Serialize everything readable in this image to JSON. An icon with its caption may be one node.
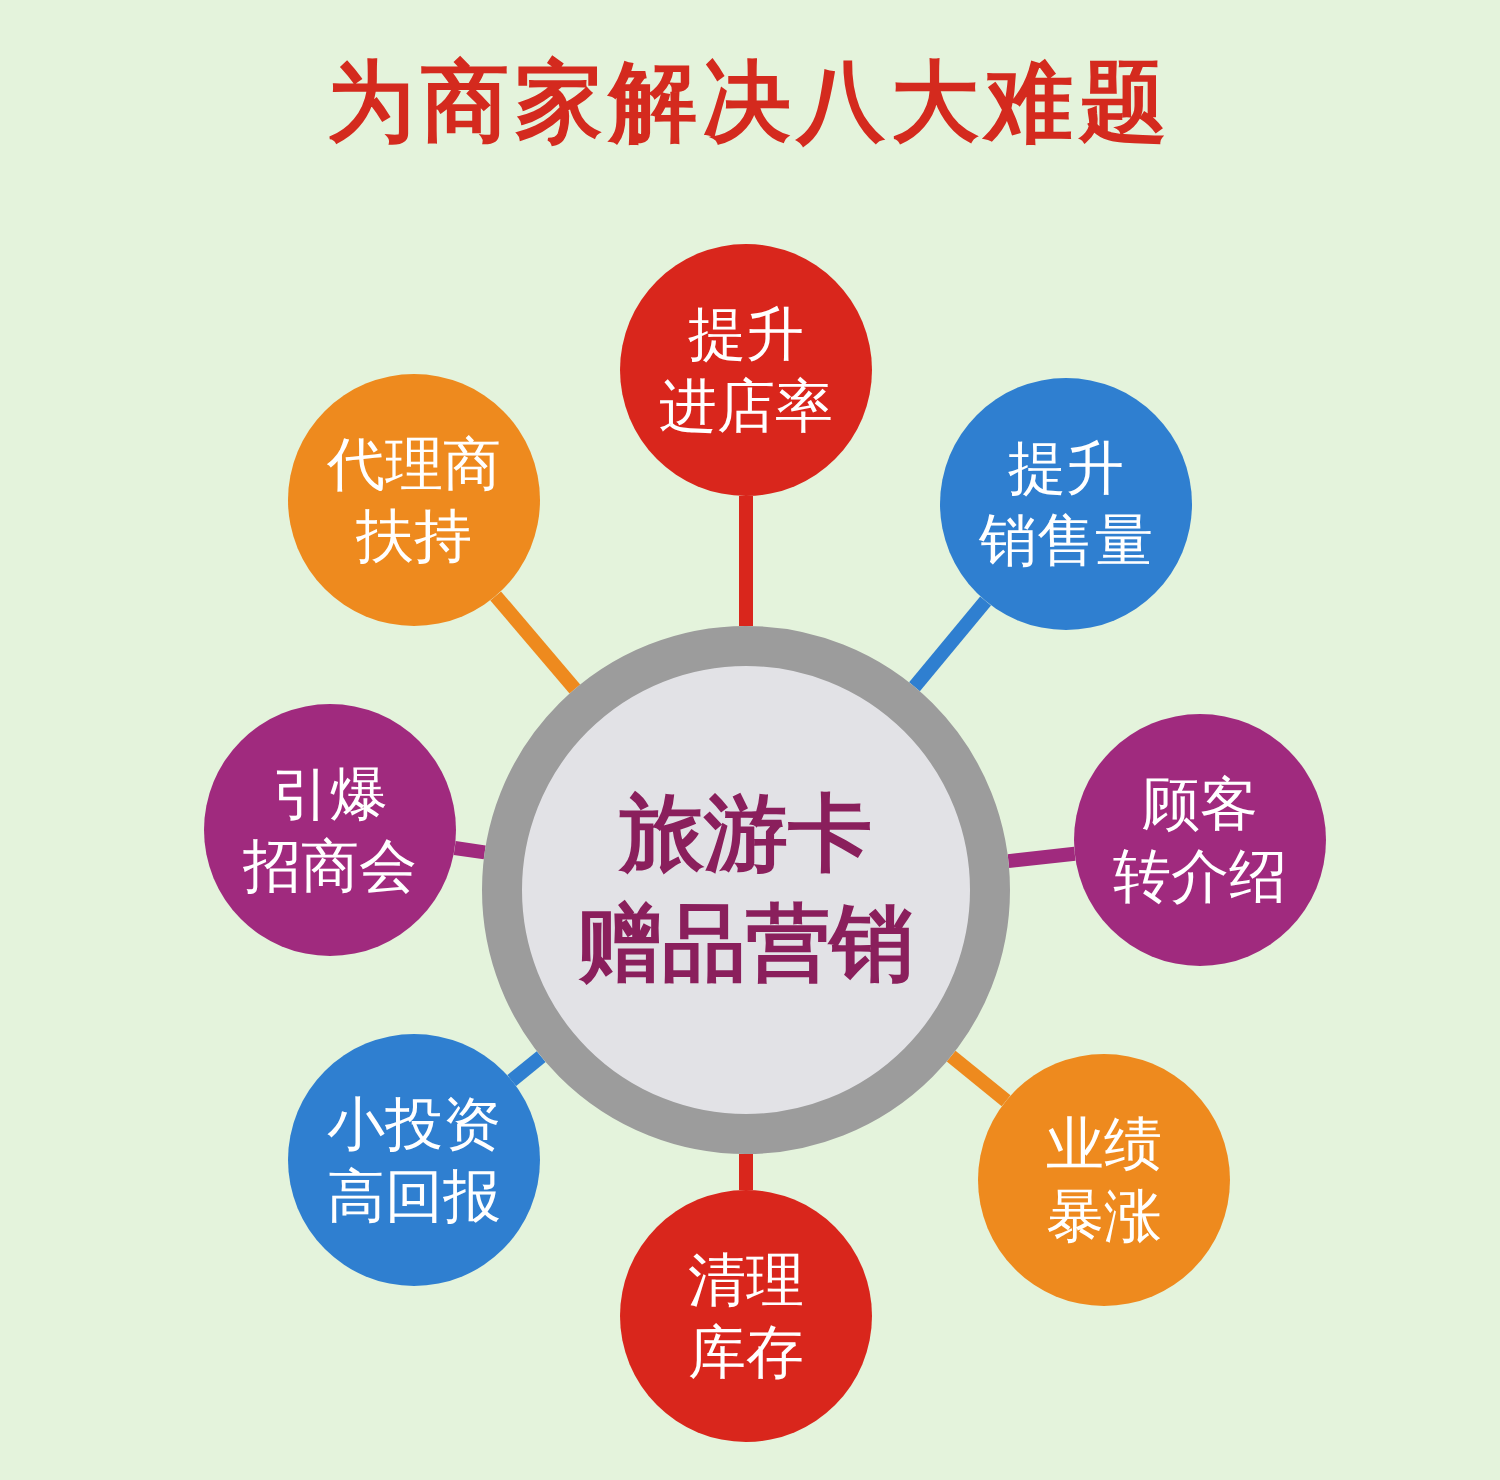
{
  "diagram": {
    "title": "为商家解决八大难题",
    "nodes": [
      {
        "text": [
          "旅游卡赠品营销"
        ]
      },
      {
        "text": [
          "提升进店率"
        ]
      },
      {
        "text": [
          "提升销售量"
        ]
      },
      {
        "text": [
          "顾客转介绍"
        ]
      },
      {
        "text": [
          "业绩暴涨"
        ]
      },
      {
        "text": [
          "清理库存"
        ]
      },
      {
        "text": [
          "小投资高回报"
        ]
      },
      {
        "text": [
          "引爆招商会"
        ]
      },
      {
        "text": [
          "代理商扶持"
        ]
      }
    ],
    "edges": [
      {
        "from": 0,
        "to": 1,
        "arrow": "none",
        "color": "#d9261c"
      },
      {
        "from": 0,
        "to": 2,
        "arrow": "none",
        "color": "#2f7fd0"
      },
      {
        "from": 0,
        "to": 3,
        "arrow": "none",
        "color": "#a02a7e"
      },
      {
        "from": 0,
        "to": 4,
        "arrow": "none",
        "color": "#ee8a1e"
      },
      {
        "from": 0,
        "to": 5,
        "arrow": "none",
        "color": "#d9261c"
      },
      {
        "from": 0,
        "to": 6,
        "arrow": "none",
        "color": "#2f7fd0"
      },
      {
        "from": 0,
        "to": 7,
        "arrow": "none",
        "color": "#a02a7e"
      },
      {
        "from": 0,
        "to": 8,
        "arrow": "none",
        "color": "#ee8a1e"
      }
    ]
  }
}
